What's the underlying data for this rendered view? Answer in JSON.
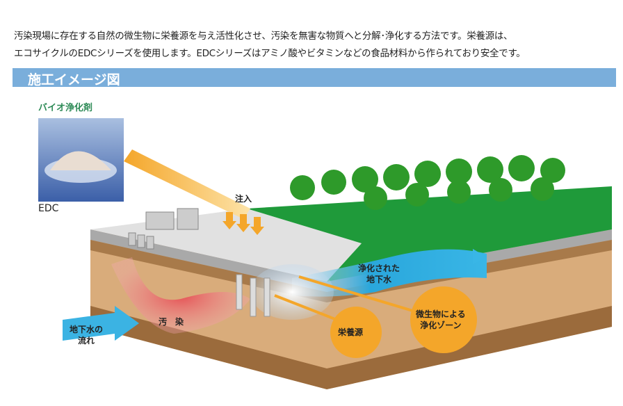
{
  "intro": {
    "line1": "汚染現場に存在する自然の微生物に栄養源を与え活性化させ、汚染を無害な物質へと分解･浄化する方法です。栄養源は、",
    "line2": "エコサイクルのEDCシリーズを使用します。EDCシリーズはアミノ酸やビタミンなどの食品材料から作られており安全です。"
  },
  "section_title": "施工イメージ図",
  "diagram": {
    "product_heading": "バイオ浄化剤",
    "product_name": "EDC",
    "injection": "注入",
    "purified_water": [
      "浄化された",
      "地下水"
    ],
    "contamination": "汚　染",
    "groundwater_flow": [
      "地下水の",
      "流れ"
    ],
    "nutrient": "栄養源",
    "zone": [
      "微生物による",
      "浄化ゾーン"
    ],
    "colors": {
      "header_bar": "#7aaedb",
      "heading_green": "#2e8b57",
      "callout": "#f4a62a",
      "river": "#2aa7dc",
      "field": "#1f9a3a"
    }
  }
}
